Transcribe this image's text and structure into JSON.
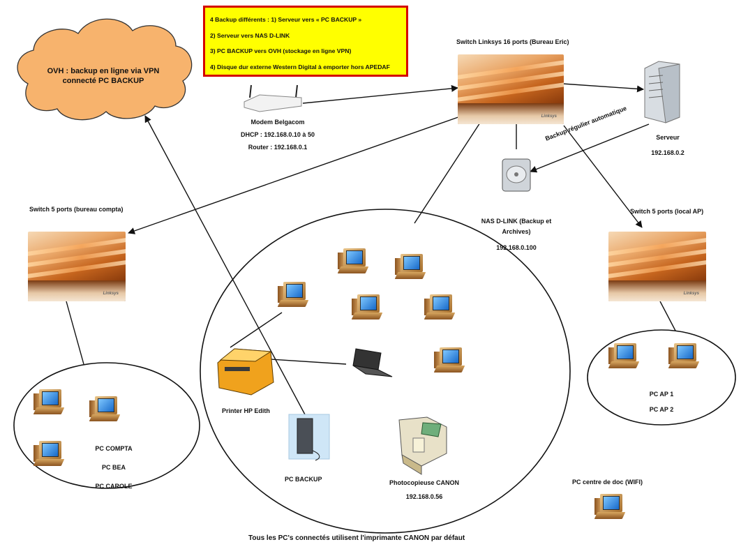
{
  "legend": {
    "lines": [
      "4 Backup différents : 1) Serveur vers « PC BACKUP »",
      "2) Serveur vers NAS D-LINK",
      "3) PC BACKUP vers OVH (stockage en ligne VPN)",
      "4) Disque dur externe Western Digital à emporter hors APEDAF"
    ]
  },
  "cloud": {
    "line1": "OVH : backup en ligne via VPN",
    "line2": "connecté PC BACKUP"
  },
  "main_switch": {
    "label": "Switch  Linksys 16  ports (Bureau Eric)"
  },
  "modem": {
    "name": "Modem Belgacom",
    "dhcp": "DHCP : 192.168.0.10 à 50",
    "router": "Router : 192.168.0.1"
  },
  "server": {
    "name": "Serveur",
    "ip": "192.168.0.2"
  },
  "backup_arrow_label": "Backup régulier automatique",
  "nas": {
    "line1": "NAS D-LINK (Backup et",
    "line2": "Archives)",
    "ip": "192.168.0.100"
  },
  "switch_compta": {
    "label": "Switch 5 ports (bureau compta)"
  },
  "switch_ap": {
    "label": "Switch 5 ports (local AP)"
  },
  "compta_group": {
    "pcs": [
      "PC COMPTA",
      "PC BEA",
      "PC CAROLE"
    ]
  },
  "ap_group": {
    "pcs": [
      "PC AP 1",
      "PC AP 2"
    ]
  },
  "printer": {
    "name": "Printer HP Edith"
  },
  "pc_backup": {
    "name": "PC BACKUP"
  },
  "photocopier": {
    "name": "Photocopieuse CANON",
    "ip": "192.168.0.56"
  },
  "doc_pc": {
    "name": "PC centre de doc (WIFI)"
  },
  "footer": "Tous les PC's connectés utilisent l'imprimante CANON par défaut",
  "colors": {
    "legend_bg": "#ffff00",
    "legend_border": "#d40000",
    "cloud_fill": "#f7b36d"
  }
}
